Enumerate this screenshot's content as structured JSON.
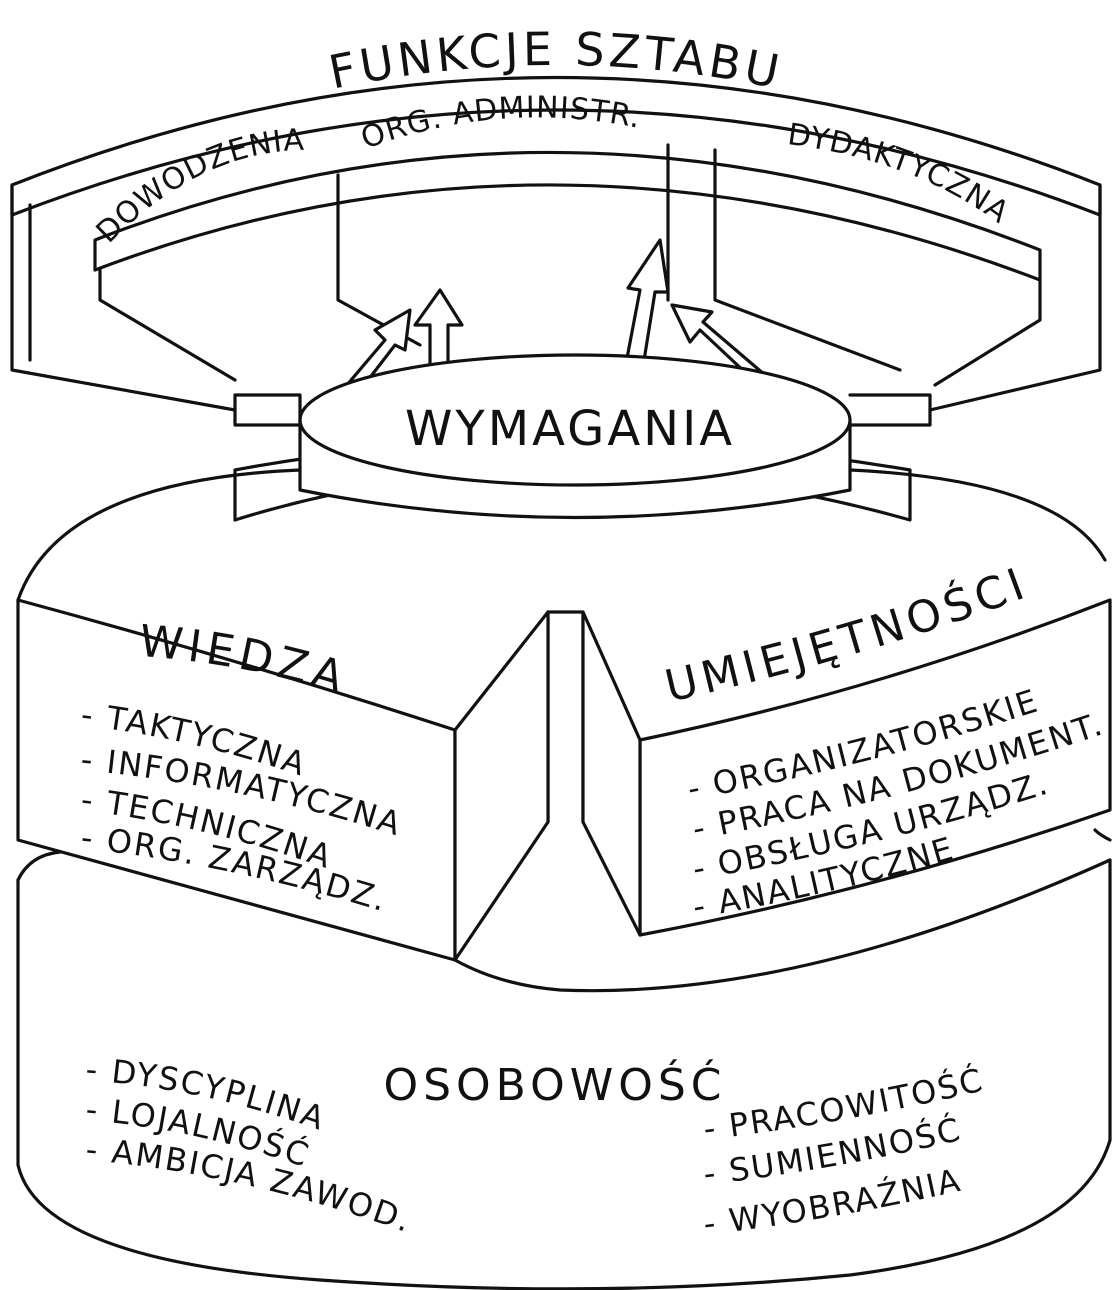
{
  "diagram": {
    "top_arch": {
      "title": "FUNKCJE SZTABU",
      "functions": [
        "DOWODZENIA",
        "ORG. ADMINISTR.",
        "DYDAKTYCZNA"
      ]
    },
    "center": {
      "label": "WYMAGANIA"
    },
    "left_block": {
      "title": "WIEDZA",
      "items": [
        "- TAKTYCZNA",
        "- INFORMATYCZNA",
        "- TECHNICZNA",
        "- ORG. ZARZĄDZ."
      ]
    },
    "right_block": {
      "title": "UMIEJĘTNOŚCI",
      "items": [
        "- ORGANIZATORSKIE",
        "- PRACA NA DOKUMENT.",
        "- OBSŁUGA URZĄDZ.",
        "- ANALITYCZNE"
      ]
    },
    "base": {
      "title": "OSOBOWOŚĆ",
      "left_items": [
        "- DYSCYPLINA",
        "- LOJALNOŚĆ",
        "- AMBICJA ZAWOD."
      ],
      "right_items": [
        "- PRACOWITOŚĆ",
        "- SUMIENNOŚĆ",
        "- WYOBRAŹNIA"
      ]
    }
  }
}
